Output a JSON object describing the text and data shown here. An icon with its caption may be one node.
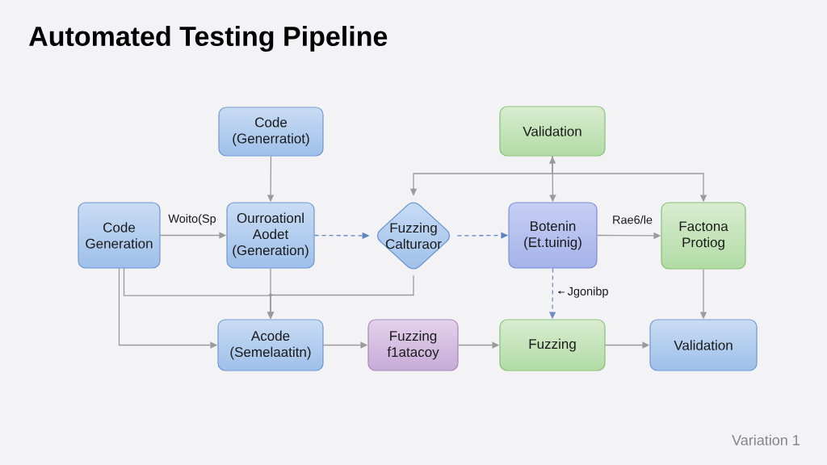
{
  "diagram": {
    "title": "Automated Testing Pipeline",
    "nodes": [
      {
        "text": [
          "Code (Generratiot)"
        ]
      },
      {
        "text": [
          "Validation"
        ]
      },
      {
        "text": [
          "Code Generation"
        ]
      },
      {
        "text": [
          "Ourroationl Aodet (Generation)"
        ]
      },
      {
        "text": [
          "Fuzzing Calturaor"
        ]
      },
      {
        "text": [
          "Botenin (Et.tuinig)"
        ]
      },
      {
        "text": [
          "Factona Protiog"
        ]
      },
      {
        "text": [
          "Acode (Semelaatitn)"
        ]
      },
      {
        "text": [
          "Fuzzing f1atacoy"
        ]
      },
      {
        "text": [
          "Fuzzing"
        ]
      },
      {
        "text": [
          "Validation"
        ]
      }
    ],
    "edges": [
      {
        "from": 0,
        "to": 3,
        "arrow": "to"
      },
      {
        "from": 2,
        "to": 3,
        "arrow": "to",
        "label": "Woito(Sp"
      },
      {
        "from": 3,
        "to": 4,
        "arrow": "to",
        "style": "dashed",
        "color": "#5f82c4"
      },
      {
        "from": 4,
        "to": 5,
        "arrow": "to",
        "style": "dashed",
        "color": "#5f82c4"
      },
      {
        "from": 5,
        "to": 6,
        "arrow": "to",
        "label": "Rae6/le"
      },
      {
        "from": 5,
        "to": 1,
        "arrow": "both"
      },
      {
        "from": 1,
        "to": 4,
        "arrow": "to"
      },
      {
        "from": 1,
        "to": 6,
        "arrow": "to"
      },
      {
        "from": 2,
        "to": 7,
        "arrow": "to"
      },
      {
        "from": 2,
        "to": 7,
        "arrow": "to"
      },
      {
        "from": 4,
        "to": 7,
        "arrow": "to"
      },
      {
        "from": 3,
        "to": 7,
        "arrow": "to"
      },
      {
        "from": 7,
        "to": 8,
        "arrow": "to"
      },
      {
        "from": 8,
        "to": 9,
        "arrow": "to"
      },
      {
        "from": 9,
        "to": 10,
        "arrow": "to"
      },
      {
        "from": 5,
        "to": 9,
        "arrow": "to",
        "label": "Jgonibp",
        "style": "dashed",
        "color": "#6d8cc7"
      },
      {
        "from": 6,
        "to": 10,
        "arrow": "to"
      }
    ],
    "labels": [
      "Variation 1"
    ]
  }
}
